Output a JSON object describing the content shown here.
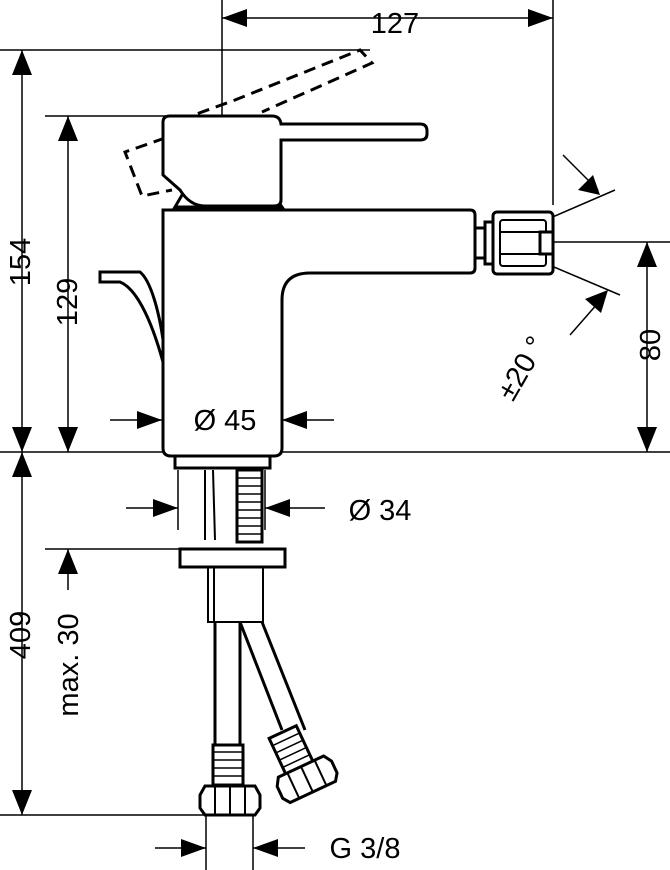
{
  "diagram": {
    "dimensions": {
      "width_top": "127",
      "height_total": "154",
      "height_spout": "129",
      "spout_height": "80",
      "body_diameter": "Ø 45",
      "hole_diameter": "Ø 34",
      "deck_thickness": "max. 30",
      "hose_length": "409",
      "spout_angle": "±20 °",
      "connection_thread": "G 3/8"
    }
  }
}
